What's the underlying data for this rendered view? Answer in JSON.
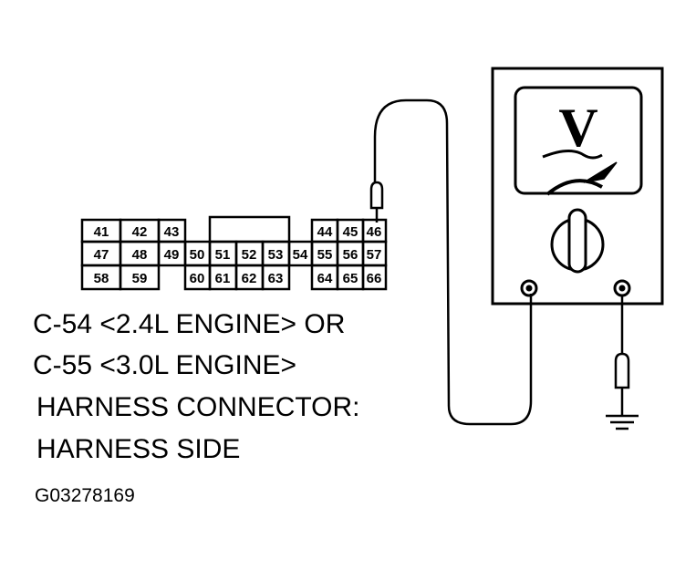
{
  "connector": {
    "rows": [
      [
        "41",
        "42",
        "43",
        "44",
        "45",
        "46"
      ],
      [
        "47",
        "48",
        "49",
        "50",
        "51",
        "52",
        "53",
        "54",
        "55",
        "56",
        "57"
      ],
      [
        "58",
        "59",
        "60",
        "61",
        "62",
        "63",
        "64",
        "65",
        "66"
      ]
    ]
  },
  "caption": {
    "line1": "C-54 <2.4L ENGINE> OR",
    "line2": "C-55 <3.0L ENGINE>",
    "line3": "HARNESS CONNECTOR:",
    "line4": "HARNESS SIDE"
  },
  "figure_id": "G03278169",
  "meter": {
    "scale_symbol": "V"
  }
}
